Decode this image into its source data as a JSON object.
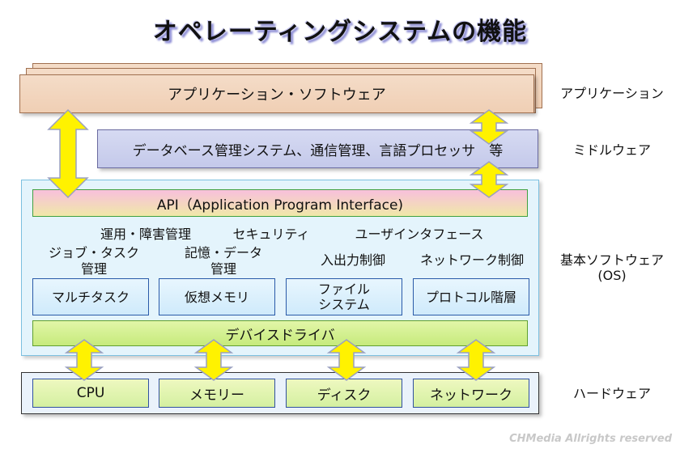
{
  "title": "オペレーティングシステムの機能",
  "application": {
    "label": "アプリケーション・ソフトウェア",
    "category": "アプリケーション"
  },
  "middleware": {
    "label": "データベース管理システム、通信管理、言語プロセッサ　等",
    "category": "ミドルウェア"
  },
  "os": {
    "api_label": "API（Application Program Interface)",
    "functions": [
      {
        "label": "運用・障害管理"
      },
      {
        "label": "セキュリティ"
      },
      {
        "label": "ユーザインタフェース"
      },
      {
        "line1": "ジョブ・タスク",
        "line2": "管理"
      },
      {
        "line1": "記憶・データ",
        "line2": "管理"
      },
      {
        "label": "入出力制御"
      },
      {
        "label": "ネットワーク制御"
      }
    ],
    "components": [
      {
        "line1": "マルチタスク"
      },
      {
        "line1": "仮想メモリ"
      },
      {
        "line1": "ファイル",
        "line2": "システム"
      },
      {
        "line1": "プロトコル階層"
      }
    ],
    "driver_label": "デバイスドライバ",
    "category_line1": "基本ソフトウェア",
    "category_line2": "(OS)"
  },
  "hardware": {
    "components": [
      "CPU",
      "メモリー",
      "ディスク",
      "ネットワーク"
    ],
    "category": "ハードウェア"
  },
  "credit": "CHMedia Allrights reserved",
  "colors": {
    "arrow_fill": "#fff200",
    "arrow_stroke": "#9aa0c0"
  }
}
